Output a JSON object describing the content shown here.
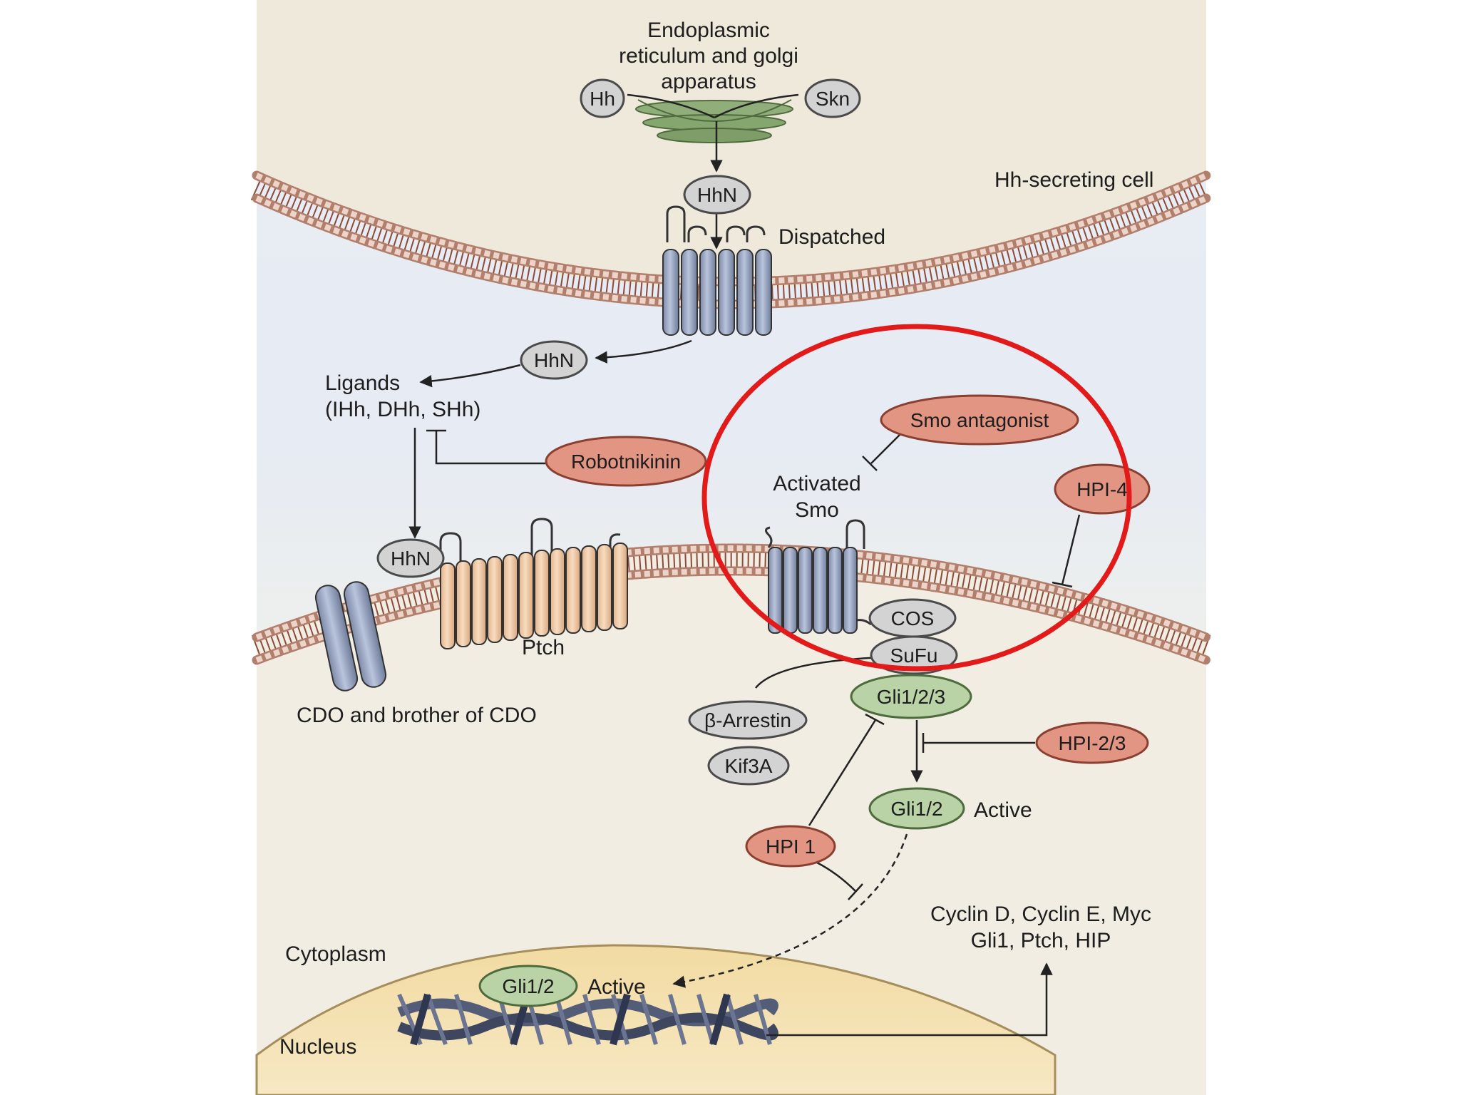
{
  "labels": {
    "er_line1": "Endoplasmic",
    "er_line2": "reticulum and golgi",
    "er_line3": "apparatus",
    "secreting_cell": "Hh-secreting cell",
    "dispatched": "Dispatched",
    "ligands_line1": "Ligands",
    "ligands_line2": "(IHh, DHh, SHh)",
    "activated_line1": "Activated",
    "activated_line2": "Smo",
    "ptch": "Ptch",
    "cdo": "CDO and brother of CDO",
    "active_1": "Active",
    "active_2": "Active",
    "targets_line1": "Cyclin D, Cyclin E, Myc",
    "targets_line2": "Gli1, Ptch, HIP",
    "cytoplasm": "Cytoplasm",
    "nucleus": "Nucleus"
  },
  "pills": {
    "hh": "Hh",
    "skn": "Skn",
    "hhn_top": "HhN",
    "hhn_mid": "HhN",
    "hhn_ptch": "HhN",
    "robotnikinin": "Robotnikinin",
    "smo_antagonist": "Smo antagonist",
    "hpi4": "HPI-4",
    "cos": "COS",
    "sufu": "SuFu",
    "gli123": "Gli1/2/3",
    "arrestin": "β-Arrestin",
    "kif3a": "Kif3A",
    "hpi23": "HPI-2/3",
    "gli12": "Gli1/2",
    "hpi1": "HPI 1",
    "gli12_nuc": "Gli1/2"
  },
  "colors": {
    "inhibitor_fill": "#e39583",
    "inhibitor_stroke": "#8a3f30",
    "gli_fill": "#b9d2a6",
    "gli_stroke": "#4e6b3d",
    "neutral_fill": "#d3d3d3",
    "neutral_stroke": "#4a4a4a",
    "membrane_head": "#d9b8a8",
    "membrane_tail": "#8b4a3a",
    "receptor_blue": "#9aa8c4",
    "ptch_peach": "#f1cfae",
    "highlight_circle": "#e31a1a",
    "nucleus_fill": "#f4dfaa"
  }
}
